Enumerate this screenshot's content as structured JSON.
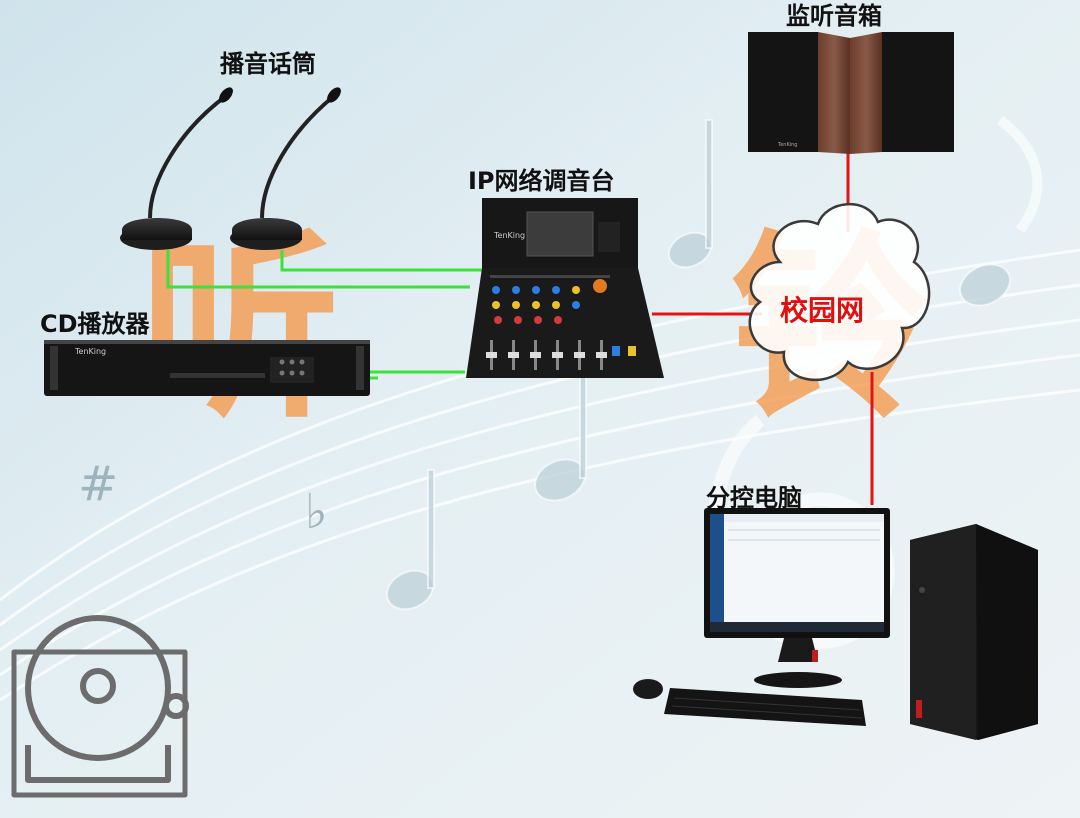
{
  "labels": {
    "mic": "播音话筒",
    "cd": "CD播放器",
    "mixer": "IP网络调音台",
    "speaker": "监听音箱",
    "network": "校园网",
    "pc": "分控电脑"
  },
  "brand": {
    "mixer": "TenKing",
    "cd": "TenKing",
    "speaker": "TenKing"
  },
  "watermark": "听铃",
  "colors": {
    "local_link": "#39e339",
    "network_link": "#e51414",
    "network_text": "#e01010",
    "watermark": "#f59a4e",
    "background": "#d7e7ee"
  },
  "icons": {
    "bell": "bell-icon"
  }
}
